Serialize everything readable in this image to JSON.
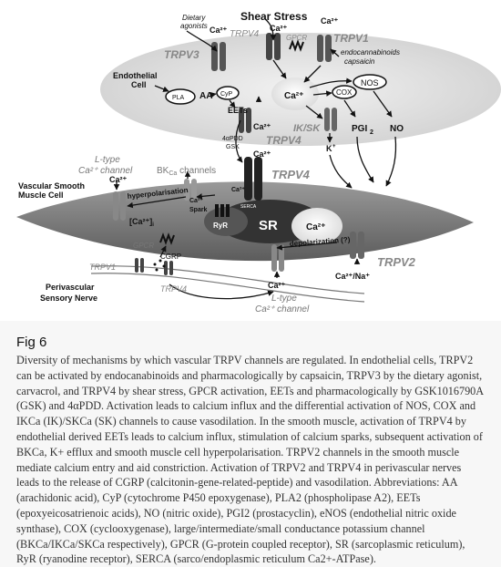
{
  "figure": {
    "labels": {
      "shear_stress": "Shear Stress",
      "dietary_agonists_1": "Dietary",
      "dietary_agonists_2": "agonists",
      "trpv3": "TRPV3",
      "trpv4_top": "TRPV4",
      "gpcr_top": "GPCR",
      "trpv1_top": "TRPV1",
      "endocannabinoids": "endocannabinoids",
      "capsaicin": "capsaicin",
      "endothelial_cell_1": "Endothelial",
      "endothelial_cell_2": "Cell",
      "pla2": "PLA",
      "aa": "AA",
      "cyp": "CyP",
      "eets": "EETs",
      "nos": "NOS",
      "cox": "COX",
      "ik_sk": "IK/SK",
      "pgi2": "PGI",
      "no": "NO",
      "k_plus": "K",
      "drug_1": "4αPDD",
      "drug_2": "GSK",
      "trpv4_endo": "TRPV4",
      "trpv4_mid": "TRPV4",
      "ltype_top_1": "L-type",
      "ltype_top_2": "Ca²⁺ channel",
      "bkca": "BK",
      "bkca_sub": "Ca",
      "bkca_suffix": " channels",
      "vsmc_1": "Vascular Smooth",
      "vsmc_2": "Muscle Cell",
      "hyperpolarisation": "hyperpolarisation",
      "ca_i": "[Ca²⁺]",
      "ca_i_sub": "i",
      "ca_spark_1": "Ca²⁺",
      "ca_spark_2": "Spark",
      "ryr": "RyR",
      "serca": "SERCA",
      "sr": "SR",
      "depolarization": "depolarization (?)",
      "trpv2": "TRPV2",
      "ca_na": "Ca²⁺/Na⁺",
      "ltype_bottom_1": "L-type",
      "ltype_bottom_2": "Ca²⁺ channel",
      "gpcr_bottom": "GPCR",
      "cgrp": "CGRP",
      "trpv1_bottom": "TRPV1",
      "trpv4_bottom": "TRPV4",
      "psn_1": "Perivascular",
      "psn_2": "Sensory Nerve",
      "ca": "Ca²⁺",
      "ca_plus": "Ca"
    }
  },
  "figure_label": "Fig 6",
  "caption": "Diversity of mechanisms by which vascular TRPV channels are regulated. In endothelial cells, TRPV2 can be activated by endocanabinoids and pharmacologically by capsaicin, TRPV3 by the dietary agonist, carvacrol, and TRPV4 by shear stress, GPCR activation, EETs and pharmacologically by GSK1016790A (GSK) and 4αPDD. Activation leads to calcium influx and the differential activation of NOS, COX and IKCa (IK)/SKCa (SK) channels to cause vasodilation. In the smooth muscle, activation of TRPV4 by endothelial derived EETs leads to calcium influx, stimulation of calcium sparks, subsequent activation of BKCa, K+ efflux and smooth muscle cell hyperpolarisation. TRPV2 channels in the smooth muscle mediate calcium entry and aid constriction. Activation of TRPV2 and TRPV4 in perivascular nerves leads to the release of CGRP (calcitonin-gene-related-peptide) and vasodilation. Abbreviations: AA (arachidonic acid), CyP (cytochrome P450 epoxygenase), PLA2 (phospholipase A2), EETs (epoxyeicosatrienoic acids), NO (nitric oxide), PGI2 (prostacyclin), eNOS (endothelial nitric oxide synthase), COX (cyclooxygenase), large/intermediate/small conductance potassium channel (BKCa/IKCa/SKCa respectively), GPCR (G-protein coupled receptor), SR (sarcoplasmic reticulum), RyR (ryanodine receptor), SERCA (sarco/endoplasmic reticulum Ca2+-ATPase)."
}
